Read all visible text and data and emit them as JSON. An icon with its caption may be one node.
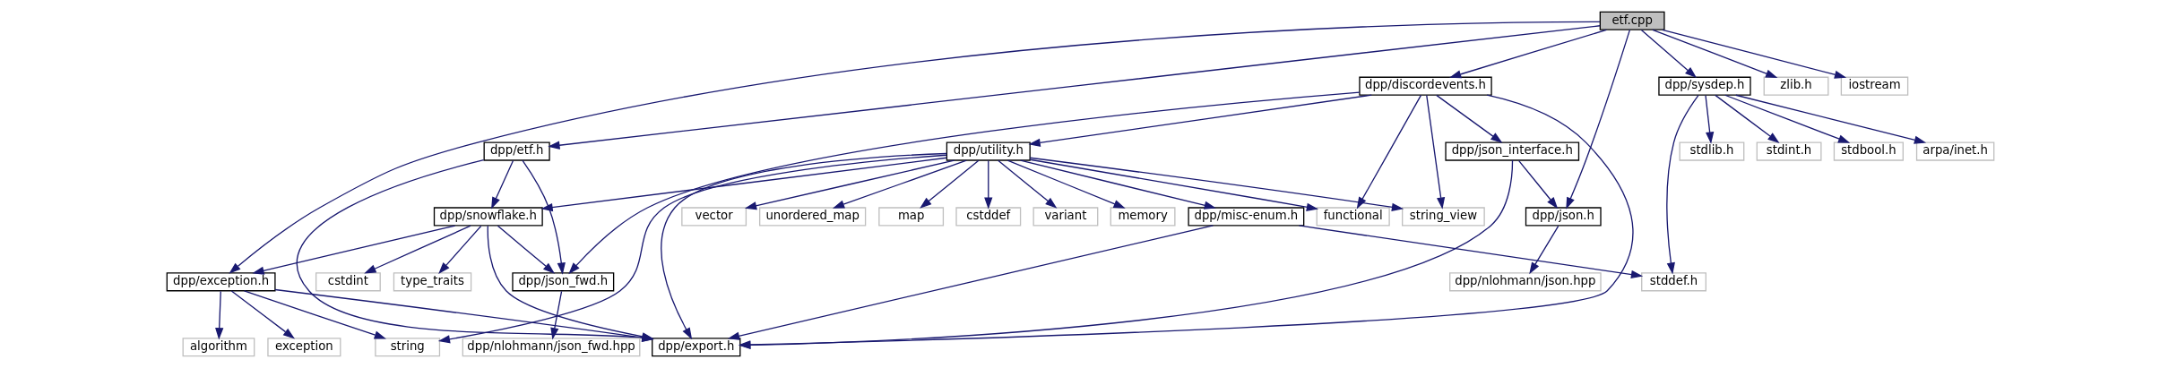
{
  "diagram": {
    "nodes": [
      {
        "text": [
          "etf.cpp"
        ]
      },
      {
        "text": [
          "dpp/discordevents.h"
        ]
      },
      {
        "text": [
          "dpp/sysdep.h"
        ]
      },
      {
        "text": [
          "zlib.h"
        ]
      },
      {
        "text": [
          "iostream"
        ]
      },
      {
        "text": [
          "dpp/etf.h"
        ]
      },
      {
        "text": [
          "dpp/utility.h"
        ]
      },
      {
        "text": [
          "dpp/json_interface.h"
        ]
      },
      {
        "text": [
          "stdbool.h"
        ]
      },
      {
        "text": [
          "arpa/inet.h"
        ]
      },
      {
        "text": [
          "stdlib.h"
        ]
      },
      {
        "text": [
          "stdint.h"
        ]
      },
      {
        "text": [
          "dpp/snowflake.h"
        ]
      },
      {
        "text": [
          "vector"
        ]
      },
      {
        "text": [
          "unordered_map"
        ]
      },
      {
        "text": [
          "map"
        ]
      },
      {
        "text": [
          "cstddef"
        ]
      },
      {
        "text": [
          "variant"
        ]
      },
      {
        "text": [
          "memory"
        ]
      },
      {
        "text": [
          "dpp/misc-enum.h"
        ]
      },
      {
        "text": [
          "functional"
        ]
      },
      {
        "text": [
          "string_view"
        ]
      },
      {
        "text": [
          "dpp/json.h"
        ]
      },
      {
        "text": [
          "dpp/exception.h"
        ]
      },
      {
        "text": [
          "cstdint"
        ]
      },
      {
        "text": [
          "type_traits"
        ]
      },
      {
        "text": [
          "dpp/json_fwd.h"
        ]
      },
      {
        "text": [
          "dpp/nlohmann/json.hpp"
        ]
      },
      {
        "text": [
          "stddef.h"
        ]
      },
      {
        "text": [
          "algorithm"
        ]
      },
      {
        "text": [
          "exception"
        ]
      },
      {
        "text": [
          "string"
        ]
      },
      {
        "text": [
          "dpp/nlohmann/json_fwd.hpp"
        ]
      },
      {
        "text": [
          "dpp/export.h"
        ]
      }
    ],
    "edges": [
      {
        "from": 0,
        "to": 23,
        "arrow": "to"
      },
      {
        "from": 0,
        "to": 5,
        "arrow": "to"
      },
      {
        "from": 0,
        "to": 1,
        "arrow": "to"
      },
      {
        "from": 0,
        "to": 22,
        "arrow": "to"
      },
      {
        "from": 0,
        "to": 2,
        "arrow": "to"
      },
      {
        "from": 0,
        "to": 3,
        "arrow": "to"
      },
      {
        "from": 0,
        "to": 4,
        "arrow": "to"
      },
      {
        "from": 1,
        "to": 26,
        "arrow": "to"
      },
      {
        "from": 1,
        "to": 6,
        "arrow": "to"
      },
      {
        "from": 1,
        "to": 20,
        "arrow": "to"
      },
      {
        "from": 1,
        "to": 21,
        "arrow": "to"
      },
      {
        "from": 1,
        "to": 7,
        "arrow": "to"
      },
      {
        "from": 1,
        "to": 33,
        "arrow": "to"
      },
      {
        "from": 2,
        "to": 28,
        "arrow": "to"
      },
      {
        "from": 2,
        "to": 8,
        "arrow": "to"
      },
      {
        "from": 2,
        "to": 9,
        "arrow": "to"
      },
      {
        "from": 2,
        "to": 10,
        "arrow": "to"
      },
      {
        "from": 2,
        "to": 11,
        "arrow": "to"
      },
      {
        "from": 5,
        "to": 12,
        "arrow": "to"
      },
      {
        "from": 5,
        "to": 26,
        "arrow": "to"
      },
      {
        "from": 5,
        "to": 33,
        "arrow": "to"
      },
      {
        "from": 6,
        "to": 12,
        "arrow": "to"
      },
      {
        "from": 6,
        "to": 31,
        "arrow": "to"
      },
      {
        "from": 6,
        "to": 33,
        "arrow": "to"
      },
      {
        "from": 6,
        "to": 13,
        "arrow": "to"
      },
      {
        "from": 6,
        "to": 14,
        "arrow": "to"
      },
      {
        "from": 6,
        "to": 15,
        "arrow": "to"
      },
      {
        "from": 6,
        "to": 16,
        "arrow": "to"
      },
      {
        "from": 6,
        "to": 17,
        "arrow": "to"
      },
      {
        "from": 6,
        "to": 18,
        "arrow": "to"
      },
      {
        "from": 6,
        "to": 19,
        "arrow": "to"
      },
      {
        "from": 6,
        "to": 20,
        "arrow": "to"
      },
      {
        "from": 6,
        "to": 21,
        "arrow": "to"
      },
      {
        "from": 7,
        "to": 22,
        "arrow": "to"
      },
      {
        "from": 7,
        "to": 33,
        "arrow": "to"
      },
      {
        "from": 12,
        "to": 23,
        "arrow": "to"
      },
      {
        "from": 12,
        "to": 24,
        "arrow": "to"
      },
      {
        "from": 12,
        "to": 25,
        "arrow": "to"
      },
      {
        "from": 12,
        "to": 26,
        "arrow": "to"
      },
      {
        "from": 12,
        "to": 33,
        "arrow": "to"
      },
      {
        "from": 19,
        "to": 33,
        "arrow": "to"
      },
      {
        "from": 19,
        "to": 28,
        "arrow": "to"
      },
      {
        "from": 22,
        "to": 27,
        "arrow": "to"
      },
      {
        "from": 23,
        "to": 29,
        "arrow": "to"
      },
      {
        "from": 23,
        "to": 30,
        "arrow": "to"
      },
      {
        "from": 23,
        "to": 31,
        "arrow": "to"
      },
      {
        "from": 23,
        "to": 33,
        "arrow": "to"
      },
      {
        "from": 26,
        "to": 32,
        "arrow": "to"
      }
    ]
  }
}
